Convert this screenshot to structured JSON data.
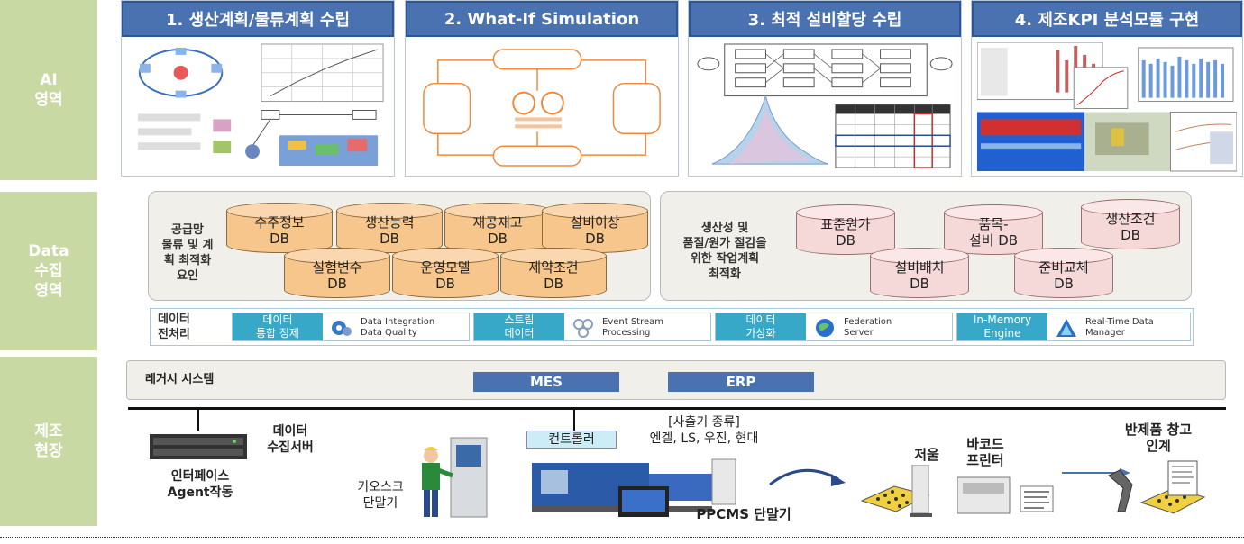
{
  "side_labels": {
    "ai": [
      "AI",
      "영역"
    ],
    "data": [
      "Data",
      "수집",
      "영역"
    ],
    "mfg": [
      "제조",
      "현장"
    ]
  },
  "modules": [
    {
      "title": "1. 생산계획/물류계획 수립"
    },
    {
      "title": "2. What-If Simulation"
    },
    {
      "title": "3. 최적 설비할당 수립"
    },
    {
      "title": "4. 제조KPI 분석모듈 구현"
    }
  ],
  "left_panel": {
    "label": [
      "공급망",
      "물류 및 계",
      "획 최적화",
      "요인"
    ],
    "cylinders": [
      {
        "line1": "수주정보",
        "line2": "DB"
      },
      {
        "line1": "생산능력",
        "line2": "DB"
      },
      {
        "line1": "재공재고",
        "line2": "DB"
      },
      {
        "line1": "설비이상",
        "line2": "DB"
      },
      {
        "line1": "실험변수",
        "line2": "DB"
      },
      {
        "line1": "운영모델",
        "line2": "DB"
      },
      {
        "line1": "제약조건",
        "line2": "DB"
      }
    ]
  },
  "right_panel": {
    "label": [
      "생산성 및",
      "품질/원가 절감을",
      "위한 작업계획",
      "최적화"
    ],
    "cylinders": [
      {
        "line1": "표준원가",
        "line2": "DB"
      },
      {
        "line1": "품목-",
        "line2": "설비 DB"
      },
      {
        "line1": "생산조건",
        "line2": "DB"
      },
      {
        "line1": "설비배치",
        "line2": "DB"
      },
      {
        "line1": "준비교체",
        "line2": "DB"
      }
    ]
  },
  "preprocess": {
    "label": [
      "데이터",
      "전처리"
    ],
    "items": [
      {
        "tag": [
          "데이터",
          "통합 정제"
        ],
        "desc": [
          "Data Integration",
          "Data Quality"
        ]
      },
      {
        "tag": [
          "스트림",
          "데이터"
        ],
        "desc": [
          "Event Stream",
          "Processing"
        ]
      },
      {
        "tag": [
          "데이터",
          "가상화"
        ],
        "desc": [
          "Federation",
          "Server"
        ]
      },
      {
        "tag": [
          "In-Memory",
          "Engine"
        ],
        "desc": [
          "Real-Time Data",
          "Manager"
        ]
      }
    ]
  },
  "legacy": {
    "label": "레거시 시스템",
    "mes": "MES",
    "erp": "ERP"
  },
  "field": {
    "server_label": [
      "데이터",
      "수집서버"
    ],
    "agent_label": [
      "인터페이스",
      "Agent작동"
    ],
    "kiosk_label": [
      "키오스크",
      "단말기"
    ],
    "controller": "컨트롤러",
    "injection_title": "[사출기 종류]",
    "injection_list": "엔겔, LS, 우진, 현대",
    "ppcms": "PPCMS 단말기",
    "scale": "저울",
    "barcode": [
      "바코드",
      "프린터"
    ],
    "warehouse": [
      "반제품 창고",
      "인계"
    ]
  },
  "colors": {
    "side": "#c9d9a3",
    "title_blue": "#4a72b0",
    "cyl_orange": "#f7c68d",
    "cyl_pink": "#f5d8d8",
    "prep_teal": "#37a8c8"
  }
}
